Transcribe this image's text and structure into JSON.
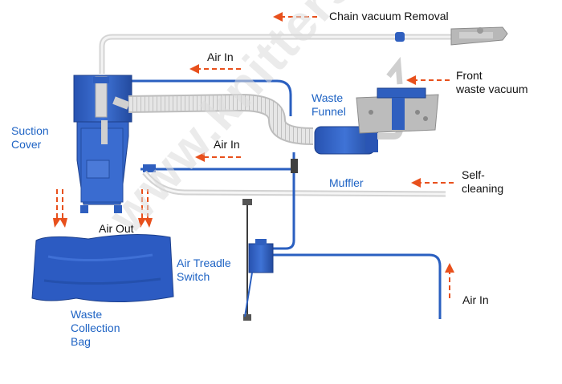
{
  "labels": {
    "chain_vacuum": "Chain vacuum Removal",
    "air_in_top": "Air In",
    "front_waste_vacuum": "Front\nwaste vacuum",
    "waste_funnel": "Waste\nFunnel",
    "suction_cover": "Suction\nCover",
    "air_in_mid": "Air In",
    "muffler": "Muffler",
    "self_cleaning": "Self-\ncleaning",
    "air_out": "Air Out",
    "air_treadle_switch": "Air Treadle\nSwitch",
    "air_in_right": "Air In",
    "waste_collection_bag": "Waste\nCollection\nBag"
  },
  "watermark": "www.knitters.ru",
  "colors": {
    "label_blue": "#1e63c4",
    "label_black": "#111111",
    "arrow_red": "#e8501c",
    "hose_blue": "#2a5fc0",
    "part_blue": "#2f5fbf",
    "tube_gray": "#d8d8d8"
  }
}
